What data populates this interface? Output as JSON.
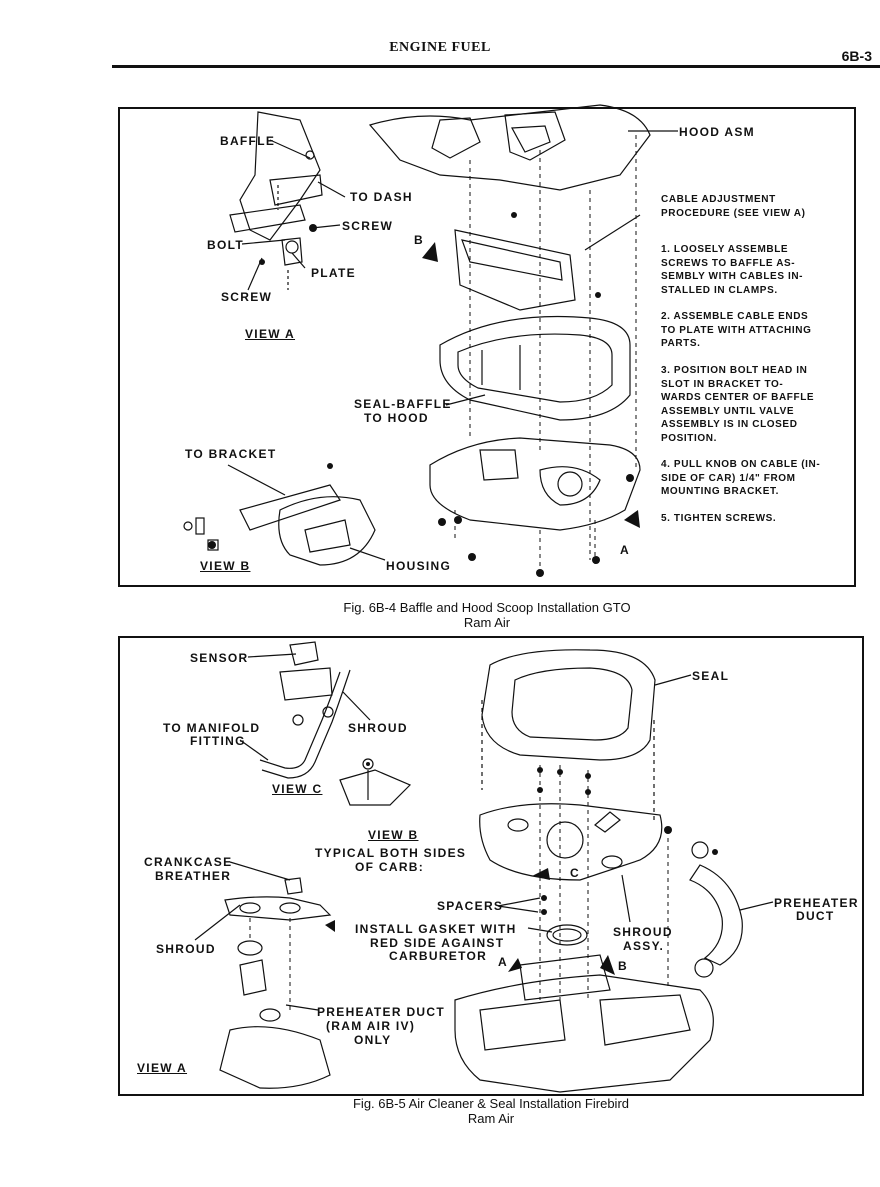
{
  "header": {
    "title": "ENGINE FUEL",
    "page_number": "6B-3"
  },
  "figure1": {
    "caption_line1": "Fig. 6B-4 Baffle and Hood Scoop Installation GTO",
    "caption_line2": "Ram Air",
    "labels": {
      "baffle": "BAFFLE",
      "to_dash": "TO DASH",
      "screw_upper": "SCREW",
      "bolt": "BOLT",
      "plate": "PLATE",
      "screw_lower": "SCREW",
      "view_a": "VIEW A",
      "hood_asm": "HOOD ASM",
      "seal_baffle": "SEAL-BAFFLE",
      "to_hood": "TO HOOD",
      "to_bracket": "TO BRACKET",
      "view_b": "VIEW B",
      "housing": "HOUSING",
      "arrow_a": "A",
      "arrow_b": "B"
    },
    "procedure": {
      "title_line1": "CABLE ADJUSTMENT",
      "title_line2": "PROCEDURE (SEE VIEW A)",
      "steps": [
        "1. LOOSELY ASSEMBLE SCREWS TO BAFFLE AS-SEMBLY WITH CABLES IN-STALLED IN CLAMPS.",
        "2. ASSEMBLE CABLE ENDS TO PLATE WITH ATTACHING PARTS.",
        "3. POSITION BOLT HEAD IN SLOT IN BRACKET TO-WARDS CENTER OF BAFFLE ASSEMBLY UNTIL VALVE ASSEMBLY IS IN CLOSED POSITION.",
        "4. PULL KNOB ON CABLE (IN-SIDE OF CAR) 1/4\" FROM MOUNTING BRACKET.",
        "5. TIGHTEN SCREWS."
      ]
    }
  },
  "figure2": {
    "caption_line1": "Fig. 6B-5 Air Cleaner & Seal Installation Firebird",
    "caption_line2": "Ram Air",
    "labels": {
      "sensor": "SENSOR",
      "to_manifold": "TO MANIFOLD",
      "fitting": "FITTING",
      "shroud_upper": "SHROUD",
      "view_c": "VIEW C",
      "view_b": "VIEW B",
      "typical_line1": "TYPICAL BOTH SIDES",
      "typical_line2": "OF CARB:",
      "crankcase_line1": "CRANKCASE",
      "crankcase_line2": "BREATHER",
      "shroud_left": "SHROUD",
      "spacers": "SPACERS",
      "install_line1": "INSTALL GASKET WITH",
      "install_line2": "RED SIDE AGAINST",
      "install_line3": "CARBURETOR",
      "preheater_ramair_line1": "PREHEATER DUCT",
      "preheater_ramair_line2": "(RAM AIR IV)",
      "preheater_ramair_line3": "ONLY",
      "view_a": "VIEW A",
      "seal": "SEAL",
      "shroud_assy_line1": "SHROUD",
      "shroud_assy_line2": "ASSY.",
      "preheater_line1": "PREHEATER",
      "preheater_line2": "DUCT",
      "arrow_a": "A",
      "arrow_b": "B",
      "arrow_c": "C"
    }
  }
}
